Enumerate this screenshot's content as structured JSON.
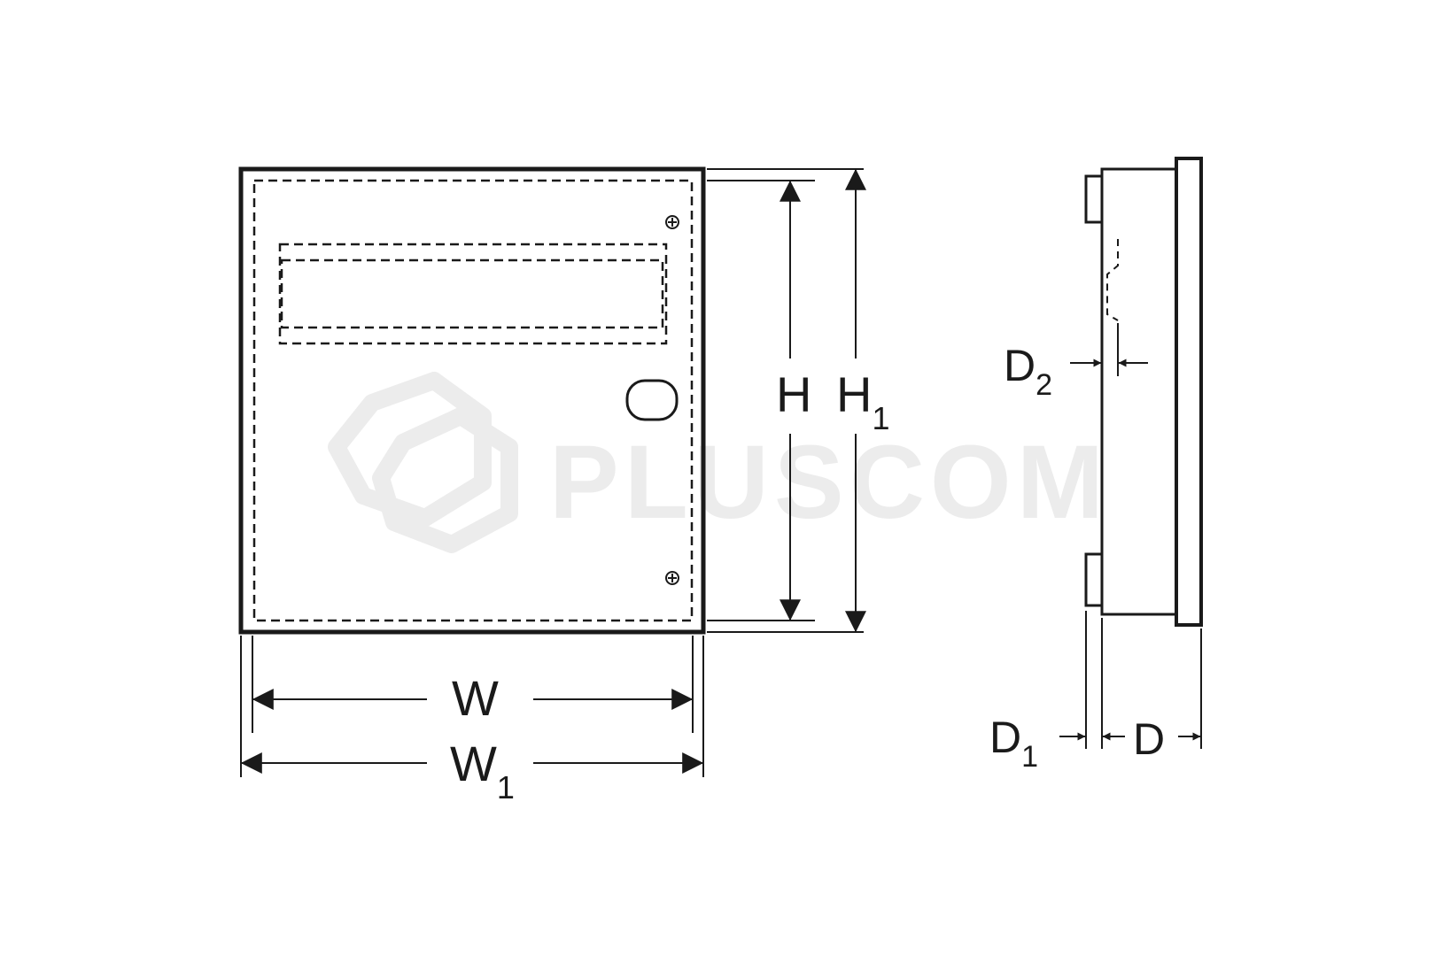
{
  "watermark": {
    "text": "PLUSCOM",
    "color": "#ececec"
  },
  "labels": {
    "W": {
      "main": "W",
      "sub": ""
    },
    "W1": {
      "main": "W",
      "sub": "1"
    },
    "H": {
      "main": "H",
      "sub": ""
    },
    "H1": {
      "main": "H",
      "sub": "1"
    },
    "D": {
      "main": "D",
      "sub": ""
    },
    "D1": {
      "main": "D",
      "sub": "1"
    },
    "D2": {
      "main": "D",
      "sub": "2"
    }
  },
  "colors": {
    "line": "#1a1a1a",
    "background": "#ffffff"
  }
}
